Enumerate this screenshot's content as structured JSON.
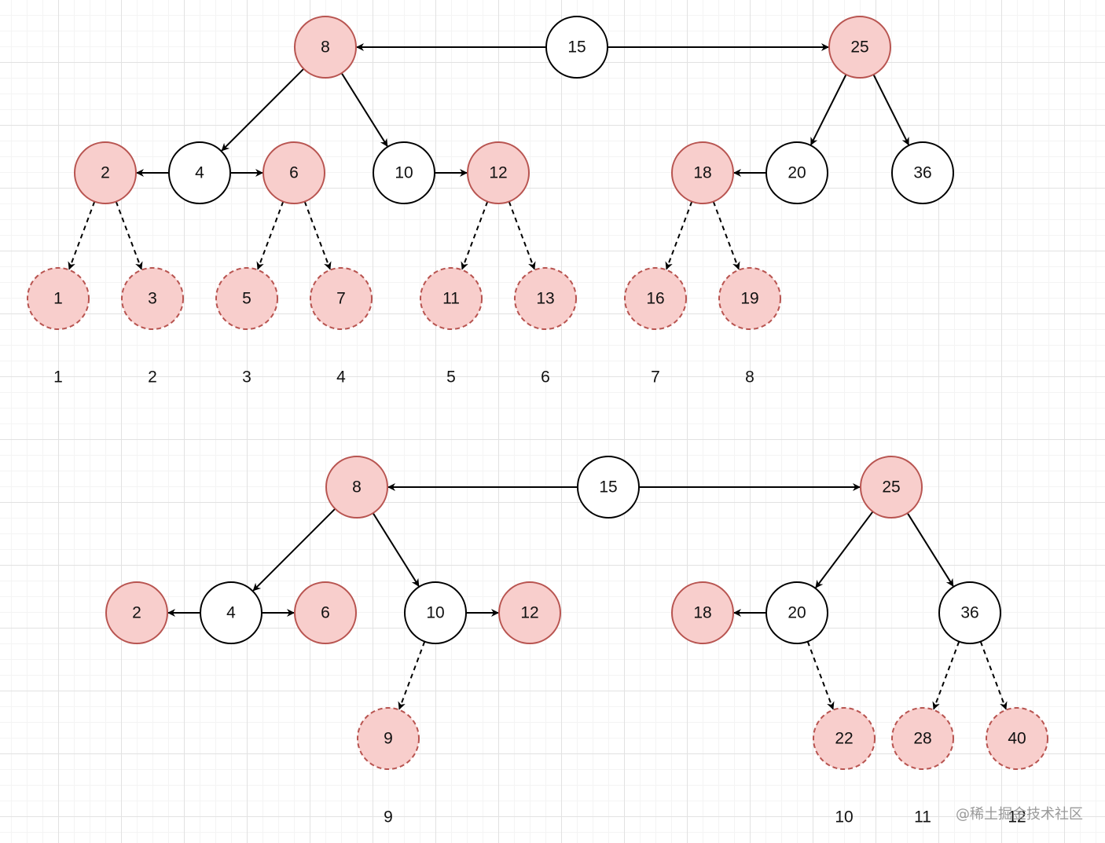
{
  "colors": {
    "node_fill_white": "#ffffff",
    "node_fill_pink": "#f8cecc",
    "node_stroke_pink": "#b85450",
    "node_stroke_black": "#000000",
    "edge": "#000000"
  },
  "diagrams": [
    {
      "nodes": [
        {
          "id": "t15",
          "label": "15",
          "style": "white"
        },
        {
          "id": "t8",
          "label": "8",
          "style": "pink"
        },
        {
          "id": "t25",
          "label": "25",
          "style": "pink"
        },
        {
          "id": "t2",
          "label": "2",
          "style": "pink"
        },
        {
          "id": "t4",
          "label": "4",
          "style": "white"
        },
        {
          "id": "t6",
          "label": "6",
          "style": "pink"
        },
        {
          "id": "t10",
          "label": "10",
          "style": "white"
        },
        {
          "id": "t12",
          "label": "12",
          "style": "pink"
        },
        {
          "id": "t18",
          "label": "18",
          "style": "pink"
        },
        {
          "id": "t20",
          "label": "20",
          "style": "white"
        },
        {
          "id": "t36",
          "label": "36",
          "style": "white"
        },
        {
          "id": "t1",
          "label": "1",
          "style": "dashed"
        },
        {
          "id": "t3",
          "label": "3",
          "style": "dashed"
        },
        {
          "id": "t5",
          "label": "5",
          "style": "dashed"
        },
        {
          "id": "t7",
          "label": "7",
          "style": "dashed"
        },
        {
          "id": "t11",
          "label": "11",
          "style": "dashed"
        },
        {
          "id": "t13",
          "label": "13",
          "style": "dashed"
        },
        {
          "id": "t16",
          "label": "16",
          "style": "dashed"
        },
        {
          "id": "t19",
          "label": "19",
          "style": "dashed"
        }
      ],
      "edges": [
        {
          "from": "t15",
          "to": "t8",
          "style": "solid"
        },
        {
          "from": "t15",
          "to": "t25",
          "style": "solid"
        },
        {
          "from": "t8",
          "to": "t4",
          "style": "solid"
        },
        {
          "from": "t8",
          "to": "t10",
          "style": "solid"
        },
        {
          "from": "t4",
          "to": "t2",
          "style": "solid"
        },
        {
          "from": "t4",
          "to": "t6",
          "style": "solid"
        },
        {
          "from": "t10",
          "to": "t12",
          "style": "solid"
        },
        {
          "from": "t25",
          "to": "t20",
          "style": "solid"
        },
        {
          "from": "t25",
          "to": "t36",
          "style": "solid"
        },
        {
          "from": "t20",
          "to": "t18",
          "style": "solid"
        },
        {
          "from": "t2",
          "to": "t1",
          "style": "dashed"
        },
        {
          "from": "t2",
          "to": "t3",
          "style": "dashed"
        },
        {
          "from": "t6",
          "to": "t5",
          "style": "dashed"
        },
        {
          "from": "t6",
          "to": "t7",
          "style": "dashed"
        },
        {
          "from": "t12",
          "to": "t11",
          "style": "dashed"
        },
        {
          "from": "t12",
          "to": "t13",
          "style": "dashed"
        },
        {
          "from": "t18",
          "to": "t16",
          "style": "dashed"
        },
        {
          "from": "t18",
          "to": "t19",
          "style": "dashed"
        }
      ],
      "labels": [
        {
          "id": "tl1",
          "text": "1"
        },
        {
          "id": "tl2",
          "text": "2"
        },
        {
          "id": "tl3",
          "text": "3"
        },
        {
          "id": "tl4",
          "text": "4"
        },
        {
          "id": "tl5",
          "text": "5"
        },
        {
          "id": "tl6",
          "text": "6"
        },
        {
          "id": "tl7",
          "text": "7"
        },
        {
          "id": "tl8",
          "text": "8"
        }
      ]
    },
    {
      "nodes": [
        {
          "id": "b15",
          "label": "15",
          "style": "white"
        },
        {
          "id": "b8",
          "label": "8",
          "style": "pink"
        },
        {
          "id": "b25",
          "label": "25",
          "style": "pink"
        },
        {
          "id": "b2",
          "label": "2",
          "style": "pink"
        },
        {
          "id": "b4",
          "label": "4",
          "style": "white"
        },
        {
          "id": "b6",
          "label": "6",
          "style": "pink"
        },
        {
          "id": "b10",
          "label": "10",
          "style": "white"
        },
        {
          "id": "b12",
          "label": "12",
          "style": "pink"
        },
        {
          "id": "b18",
          "label": "18",
          "style": "pink"
        },
        {
          "id": "b20",
          "label": "20",
          "style": "white"
        },
        {
          "id": "b36",
          "label": "36",
          "style": "white"
        },
        {
          "id": "b9",
          "label": "9",
          "style": "dashed"
        },
        {
          "id": "b22",
          "label": "22",
          "style": "dashed"
        },
        {
          "id": "b28",
          "label": "28",
          "style": "dashed"
        },
        {
          "id": "b40",
          "label": "40",
          "style": "dashed"
        }
      ],
      "edges": [
        {
          "from": "b15",
          "to": "b8",
          "style": "solid"
        },
        {
          "from": "b15",
          "to": "b25",
          "style": "solid"
        },
        {
          "from": "b8",
          "to": "b4",
          "style": "solid"
        },
        {
          "from": "b8",
          "to": "b10",
          "style": "solid"
        },
        {
          "from": "b4",
          "to": "b2",
          "style": "solid"
        },
        {
          "from": "b4",
          "to": "b6",
          "style": "solid"
        },
        {
          "from": "b10",
          "to": "b12",
          "style": "solid"
        },
        {
          "from": "b25",
          "to": "b20",
          "style": "solid"
        },
        {
          "from": "b25",
          "to": "b36",
          "style": "solid"
        },
        {
          "from": "b20",
          "to": "b18",
          "style": "solid"
        },
        {
          "from": "b10",
          "to": "b9",
          "style": "dashed"
        },
        {
          "from": "b20",
          "to": "b22",
          "style": "dashed"
        },
        {
          "from": "b36",
          "to": "b28",
          "style": "dashed"
        },
        {
          "from": "b36",
          "to": "b40",
          "style": "dashed"
        }
      ],
      "labels": [
        {
          "id": "bl9",
          "text": "9"
        },
        {
          "id": "bl10",
          "text": "10"
        },
        {
          "id": "bl11",
          "text": "11"
        },
        {
          "id": "bl12",
          "text": "12"
        }
      ]
    }
  ],
  "watermark": "@稀土掘金技术社区"
}
